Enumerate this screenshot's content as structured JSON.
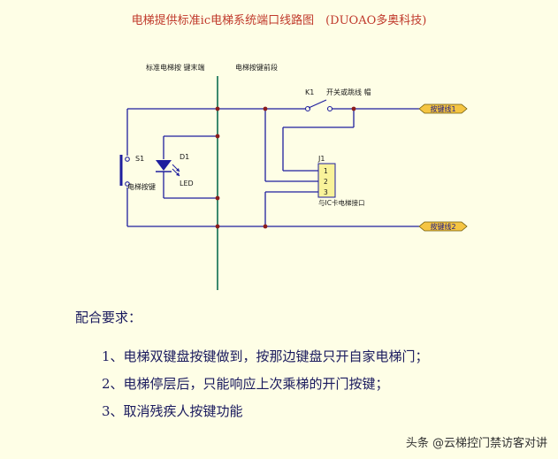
{
  "title": "电梯提供标准ic电梯系统端口线路图　(DUOAO多奥科技)",
  "diagram": {
    "section_left": "标准电梯按 键末端",
    "section_right": "电梯按键前段",
    "switch_s1": "S1",
    "switch_s1_desc": "电梯按键",
    "led_d1": "D1",
    "led_desc": "LED",
    "switch_k1": "K1",
    "switch_k1_desc": "开关或跳线 帽",
    "connector_j1": "J1",
    "connector_pins": [
      "1",
      "2",
      "3"
    ],
    "connector_desc": "与IC卡电梯接口",
    "port1": "按键线1",
    "port2": "按键线2"
  },
  "requirements": {
    "heading": "配合要求：",
    "items": [
      "1、电梯双键盘按键做到，按那边键盘只开自家电梯门；",
      "2、电梯停层后，只能响应上次乘梯的开门按键；",
      "3、取消残疾人按键功能"
    ]
  },
  "watermark": "头条 @云梯控门禁访客对讲",
  "colors": {
    "background": "#fefee6",
    "wire": "#1f1f9e",
    "divider": "#3c8a6e",
    "junction": "#8b1c1c",
    "port_fill": "#f5c542",
    "title": "#c0392b"
  }
}
